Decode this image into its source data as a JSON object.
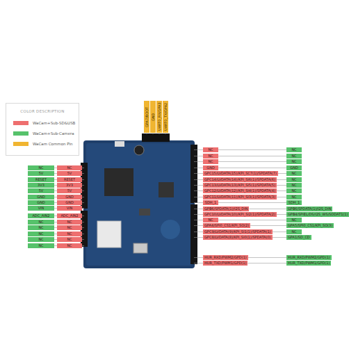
{
  "diagram": {
    "nodes": [
      {
        "text": [
          "GPA7/BOOT"
        ]
      },
      {
        "text": [
          "GND"
        ]
      },
      {
        "text": [
          "UART0_RX/GPA3"
        ]
      },
      {
        "text": [
          "UART0_TX/GPA2"
        ]
      },
      {
        "text": [
          "NC"
        ]
      },
      {
        "text": [
          "5V"
        ]
      },
      {
        "text": [
          "RESET"
        ]
      },
      {
        "text": [
          "3V3"
        ]
      },
      {
        "text": [
          "5V"
        ]
      },
      {
        "text": [
          "GND"
        ]
      },
      {
        "text": [
          "GND"
        ]
      },
      {
        "text": [
          "VIN"
        ]
      },
      {
        "text": [
          "ADC_AIN2"
        ]
      },
      {
        "text": [
          "NC"
        ]
      },
      {
        "text": [
          "NC"
        ]
      },
      {
        "text": [
          "NC"
        ]
      },
      {
        "text": [
          "NC"
        ]
      },
      {
        "text": [
          "NC"
        ]
      },
      {
        "text": [
          "NC"
        ]
      },
      {
        "text": [
          "5V"
        ]
      },
      {
        "text": [
          "RESET"
        ]
      },
      {
        "text": [
          "3V3"
        ]
      },
      {
        "text": [
          "5V"
        ]
      },
      {
        "text": [
          "GND"
        ]
      },
      {
        "text": [
          "GND"
        ]
      },
      {
        "text": [
          "VIN"
        ]
      },
      {
        "text": [
          "ADC_AIN2"
        ]
      },
      {
        "text": [
          "NC"
        ]
      },
      {
        "text": [
          "NC"
        ]
      },
      {
        "text": [
          "NC"
        ]
      },
      {
        "text": [
          "NC"
        ]
      },
      {
        "text": [
          "NC"
        ]
      },
      {
        "text": [
          "NC"
        ]
      },
      {
        "text": [
          "NC"
        ]
      },
      {
        "text": [
          "NC"
        ]
      },
      {
        "text": [
          "GND"
        ]
      },
      {
        "text": [
          "GPC15/LVDATA(15)/KPI_SC7(1)/SPDATA(7)"
        ]
      },
      {
        "text": [
          "GPC14/LVDATA(14)/KPI_SI6(1)/SPDATA(6)"
        ]
      },
      {
        "text": [
          "GPC13/LVDATA(13)/KPI_SI5(1)/SPDATA(5)"
        ]
      },
      {
        "text": [
          "GPC12/LVDATA(12)/KPI_SI4(1)/SPDATA(4)"
        ]
      },
      {
        "text": [
          "GPC11/LVDATA(11)/KPI_SI3(1)/SPDATA(3)"
        ]
      },
      {
        "text": [
          "SDH_1"
        ]
      },
      {
        "text": [
          "GPB6/SPDATA(1)/I2S_DIN"
        ]
      },
      {
        "text": [
          "GPC10/LVDATA(10)/KPI_SI2(1)/SPDATA(2)"
        ]
      },
      {
        "text": [
          "NC"
        ]
      },
      {
        "text": [
          "GPA4/SPI0_CS1/KPI_SO(2)"
        ]
      },
      {
        "text": [
          "GPC9/LVDATA(9)/KPI_SI1(1)/SPDATA(1)"
        ]
      },
      {
        "text": [
          "GPC8/LVDATA(8)/KPI_SI0(1)/SPDATA(0)"
        ]
      },
      {
        "text": [
          "HUR_RXD/PWM2/GPD(1)"
        ]
      },
      {
        "text": [
          "HUR_TXD/PWM1/GPD(1)"
        ]
      },
      {
        "text": [
          "NC"
        ]
      },
      {
        "text": [
          "NC"
        ]
      },
      {
        "text": [
          "NC"
        ]
      },
      {
        "text": [
          "GND"
        ]
      },
      {
        "text": [
          "NC"
        ]
      },
      {
        "text": [
          "NC"
        ]
      },
      {
        "text": [
          "NC"
        ]
      },
      {
        "text": [
          "NC"
        ]
      },
      {
        "text": [
          "NC"
        ]
      },
      {
        "text": [
          "SDH_1"
        ]
      },
      {
        "text": [
          "GPB6/SPDATA(1)/I2S_DIN"
        ]
      },
      {
        "text": [
          "GPB4/SPIEL/DS/I2S_WS/SDDAT1(1)"
        ]
      },
      {
        "text": [
          "NC"
        ]
      },
      {
        "text": [
          "GPA5/SPI0_CS1/KPI_SO(3)"
        ]
      },
      {
        "text": [
          "NC"
        ]
      },
      {
        "text": [
          "GPA1/SD_CD"
        ]
      },
      {
        "text": [
          "HUR_RXD/PWM2/GPD(1)"
        ]
      },
      {
        "text": [
          "HUR_TXD/PWM1/GPD(1)"
        ]
      }
    ],
    "labels": [
      "COLOR DESCRIPTION"
    ],
    "legend": [
      {
        "text": "WaCam+Sub-SD&USB",
        "color": "#ee6f6f"
      },
      {
        "text": "WaCam+Sub-Camera",
        "color": "#56c26b"
      },
      {
        "text": "WaCam Common Pin",
        "color": "#f0b531"
      }
    ]
  }
}
